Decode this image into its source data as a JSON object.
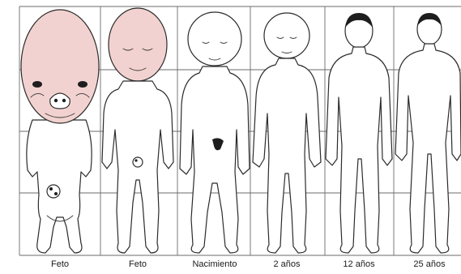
{
  "labels": [
    "Feto",
    "Feto",
    "Nacimiento",
    "2 años",
    "12 años",
    "25 años"
  ],
  "colors": {
    "head_fill": "#f2d2d0",
    "line": "#2b2b2b",
    "grid": "#6b6b6b",
    "background": "#ffffff"
  }
}
